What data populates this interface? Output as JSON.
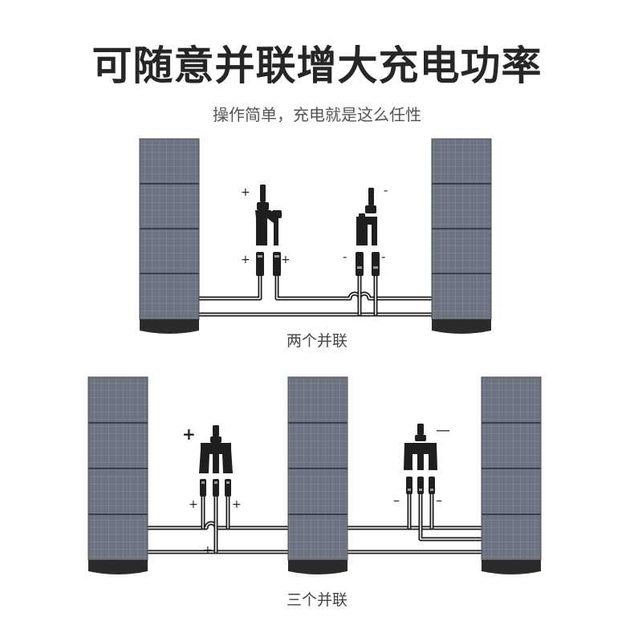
{
  "header": {
    "title": "可随意并联增大充电功率",
    "subtitle": "操作简单，充电就是这么任性"
  },
  "diagrams": {
    "two_parallel": {
      "caption": "两个并联",
      "signs": {
        "positive": "+",
        "negative": "-"
      }
    },
    "three_parallel": {
      "caption": "三个并联",
      "signs": {
        "positive": "+",
        "negative": "—",
        "negative_short": "–"
      }
    }
  },
  "colors": {
    "panel_fill": "#6d7280",
    "panel_grid": "#9ba0ad",
    "panel_base": "#2b2b2e",
    "cable": "#1c1c1c",
    "title_text": "#262626"
  },
  "icons": {
    "solar_panel": "solar-panel-icon",
    "y_branch_connector": "y-branch-connector-icon",
    "mc4_plug": "mc4-plug-icon"
  }
}
